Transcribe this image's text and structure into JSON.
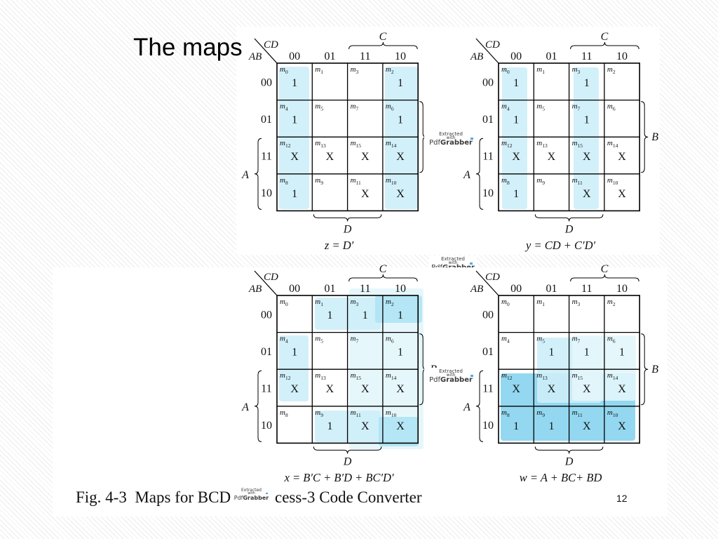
{
  "slide": {
    "title": "The maps",
    "page_number": "12"
  },
  "caption": {
    "before_watermark": "Fig. 4-3  Maps for BCD",
    "after_watermark": "cess-3 Code Converter"
  },
  "watermark": {
    "line1": "Extracted",
    "line2": "with",
    "brand_regular": "Pdf",
    "brand_bold": "Grabber"
  },
  "kmap_labels": {
    "col_vars": "CD",
    "row_vars": "AB",
    "c": "C",
    "d": "D",
    "a": "A",
    "b": "B",
    "minterm_letter": "m"
  },
  "col_headers": [
    "00",
    "01",
    "11",
    "10"
  ],
  "row_headers": [
    "00",
    "01",
    "11",
    "10"
  ],
  "colors": {
    "highlight_light": "#cdeef8",
    "highlight_pale": "#e3f6fb",
    "highlight_mid": "#aee3f4",
    "highlight_strong": "#87d4ee",
    "watermark_dot": "#5aa7e0"
  },
  "maps": [
    {
      "equation": "z = D′",
      "cells": [
        [
          {
            "m": "0",
            "v": "1"
          },
          {
            "m": "1",
            "v": ""
          },
          {
            "m": "3",
            "v": ""
          },
          {
            "m": "2",
            "v": "1"
          }
        ],
        [
          {
            "m": "4",
            "v": "1"
          },
          {
            "m": "5",
            "v": ""
          },
          {
            "m": "7",
            "v": ""
          },
          {
            "m": "6",
            "v": "1"
          }
        ],
        [
          {
            "m": "12",
            "v": "X"
          },
          {
            "m": "13",
            "v": "X"
          },
          {
            "m": "15",
            "v": "X"
          },
          {
            "m": "14",
            "v": "X"
          }
        ],
        [
          {
            "m": "8",
            "v": "1"
          },
          {
            "m": "9",
            "v": ""
          },
          {
            "m": "11",
            "v": "X"
          },
          {
            "m": "10",
            "v": "X"
          }
        ]
      ]
    },
    {
      "equation": "y = CD + C′D′",
      "cells": [
        [
          {
            "m": "0",
            "v": "1"
          },
          {
            "m": "1",
            "v": ""
          },
          {
            "m": "3",
            "v": "1"
          },
          {
            "m": "2",
            "v": ""
          }
        ],
        [
          {
            "m": "4",
            "v": "1"
          },
          {
            "m": "5",
            "v": ""
          },
          {
            "m": "7",
            "v": "1"
          },
          {
            "m": "6",
            "v": ""
          }
        ],
        [
          {
            "m": "12",
            "v": "X"
          },
          {
            "m": "13",
            "v": "X"
          },
          {
            "m": "15",
            "v": "X"
          },
          {
            "m": "14",
            "v": "X"
          }
        ],
        [
          {
            "m": "8",
            "v": "1"
          },
          {
            "m": "9",
            "v": ""
          },
          {
            "m": "11",
            "v": "X"
          },
          {
            "m": "10",
            "v": "X"
          }
        ]
      ]
    },
    {
      "equation": "x = B′C + B′D + BC′D′",
      "cells": [
        [
          {
            "m": "0",
            "v": ""
          },
          {
            "m": "1",
            "v": "1"
          },
          {
            "m": "3",
            "v": "1"
          },
          {
            "m": "2",
            "v": "1"
          }
        ],
        [
          {
            "m": "4",
            "v": "1"
          },
          {
            "m": "5",
            "v": ""
          },
          {
            "m": "7",
            "v": ""
          },
          {
            "m": "6",
            "v": "1"
          }
        ],
        [
          {
            "m": "12",
            "v": "X"
          },
          {
            "m": "13",
            "v": "X"
          },
          {
            "m": "15",
            "v": "X"
          },
          {
            "m": "14",
            "v": "X"
          }
        ],
        [
          {
            "m": "8",
            "v": ""
          },
          {
            "m": "9",
            "v": "1"
          },
          {
            "m": "11",
            "v": "X"
          },
          {
            "m": "10",
            "v": "X"
          }
        ]
      ]
    },
    {
      "equation": "w = A + BC+ BD",
      "cells": [
        [
          {
            "m": "0",
            "v": ""
          },
          {
            "m": "1",
            "v": ""
          },
          {
            "m": "3",
            "v": ""
          },
          {
            "m": "2",
            "v": ""
          }
        ],
        [
          {
            "m": "4",
            "v": ""
          },
          {
            "m": "5",
            "v": "1"
          },
          {
            "m": "7",
            "v": "1"
          },
          {
            "m": "6",
            "v": "1"
          }
        ],
        [
          {
            "m": "12",
            "v": "X"
          },
          {
            "m": "13",
            "v": "X"
          },
          {
            "m": "15",
            "v": "X"
          },
          {
            "m": "14",
            "v": "X"
          }
        ],
        [
          {
            "m": "8",
            "v": "1"
          },
          {
            "m": "9",
            "v": "1"
          },
          {
            "m": "11",
            "v": "X"
          },
          {
            "m": "10",
            "v": "X"
          }
        ]
      ]
    }
  ]
}
